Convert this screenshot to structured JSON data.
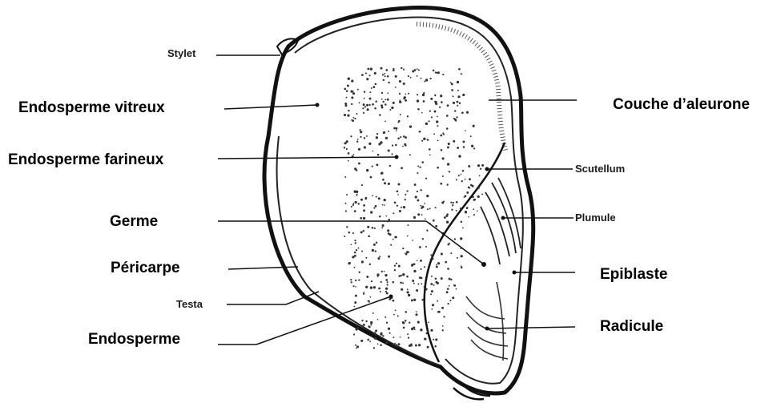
{
  "labels": {
    "stylet": "Stylet",
    "endosperme_vitreux": "Endosperme vitreux",
    "endosperme_farineux": "Endosperme farineux",
    "germe": "Germe",
    "pericarpe": "Péricarpe",
    "testa": "Testa",
    "endosperme": "Endosperme",
    "couche_aleurone": "Couche d’aleurone",
    "scutellum": "Scutellum",
    "plumule": "Plumule",
    "epiblaste": "Epiblaste",
    "radicule": "Radicule"
  }
}
